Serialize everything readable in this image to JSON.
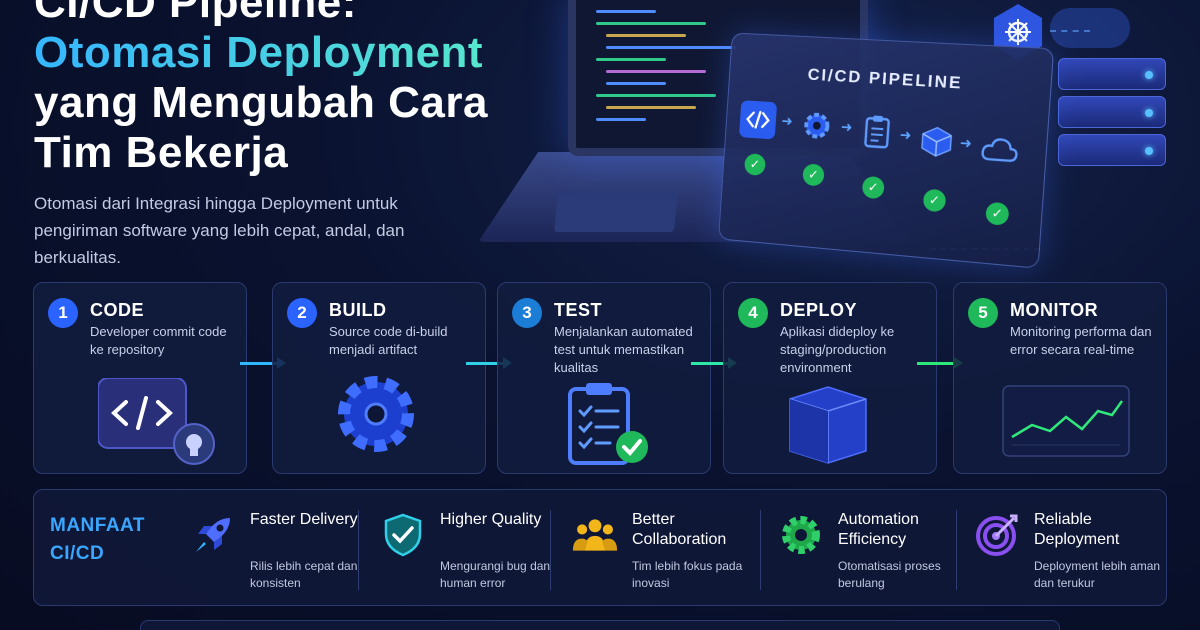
{
  "hero": {
    "title_line1": "CI/CD Pipeline:",
    "title_line2": "Otomasi Deployment",
    "title_line3": "yang Mengubah Cara",
    "title_line4": "Tim Bekerja",
    "subtitle": "Otomasi dari Integrasi hingga Deployment untuk pengiriman software yang lebih cepat, andal, dan berkualitas."
  },
  "pipeline_card": {
    "title": "CI/CD PIPELINE",
    "stages": [
      {
        "icon": "code-icon",
        "status": "check"
      },
      {
        "icon": "gear-icon",
        "status": "check"
      },
      {
        "icon": "clipboard-checklist-icon",
        "status": "check"
      },
      {
        "icon": "box-icon",
        "status": "check"
      },
      {
        "icon": "cloud-icon",
        "status": "check"
      }
    ]
  },
  "steps": [
    {
      "number": "1",
      "title": "CODE",
      "description": "Developer commit code ke repository",
      "icon": "code-window-icon",
      "color": "#2a63ff"
    },
    {
      "number": "2",
      "title": "BUILD",
      "description": "Source code di-build menjadi artifact",
      "icon": "gear-icon",
      "color": "#2a63ff"
    },
    {
      "number": "3",
      "title": "TEST",
      "description": "Menjalankan automated test untuk memastikan kualitas",
      "icon": "clipboard-check-icon",
      "color": "#1c7dd6"
    },
    {
      "number": "4",
      "title": "DEPLOY",
      "description": "Aplikasi dideploy ke staging/production environment",
      "icon": "box-icon",
      "color": "#1fb85a"
    },
    {
      "number": "5",
      "title": "MONITOR",
      "description": "Monitoring performa dan error secara real-time",
      "icon": "line-chart-icon",
      "color": "#1fb85a"
    }
  ],
  "benefits": {
    "label_line1": "MANFAAT",
    "label_line2": "CI/CD",
    "items": [
      {
        "title": "Faster Delivery",
        "description": "Rilis lebih cepat dan konsisten",
        "icon": "rocket-icon"
      },
      {
        "title": "Higher Quality",
        "description": "Mengurangi bug dan human error",
        "icon": "shield-check-icon"
      },
      {
        "title": "Better Collaboration",
        "description": "Tim lebih fokus pada inovasi",
        "icon": "team-icon"
      },
      {
        "title": "Automation Efficiency",
        "description": "Otomatisasi proses berulang",
        "icon": "gear-icon"
      },
      {
        "title": "Reliable Deployment",
        "description": "Deployment lebih aman dan terukur",
        "icon": "target-icon"
      }
    ]
  },
  "colors": {
    "accent_blue": "#35b6ff",
    "accent_green": "#5ff2c0",
    "success": "#1fb85a",
    "primary": "#2a63ff"
  }
}
